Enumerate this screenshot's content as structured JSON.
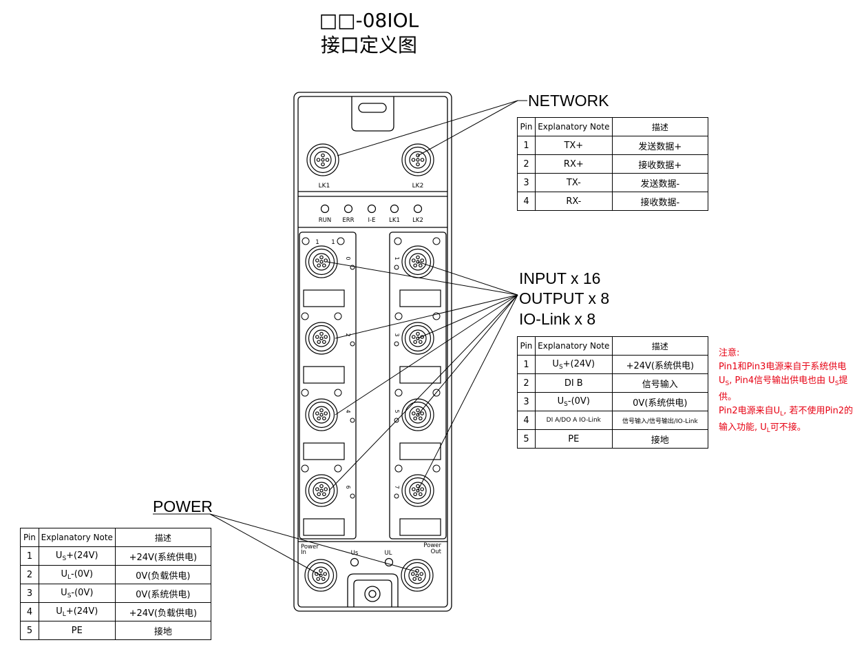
{
  "title": {
    "line1": "□□-08IOL",
    "line2": "接口定义图"
  },
  "device": {
    "port_labels": {
      "lk1": "LK1",
      "lk2": "LK2"
    },
    "leds": [
      "RUN",
      "ERR",
      "I-E",
      "LK1",
      "LK2"
    ],
    "left_channels": [
      "0",
      "2",
      "4",
      "6"
    ],
    "right_channels": [
      "1",
      "3",
      "5",
      "7"
    ],
    "top_markers": [
      "1",
      "1"
    ],
    "power_in": [
      "Power",
      "In"
    ],
    "power_out": [
      "Power",
      "Out"
    ],
    "us_label": "Us",
    "ul_label": "UL"
  },
  "network": {
    "label": "NETWORK",
    "headers": [
      "Pin",
      "Explanatory Note",
      "描述"
    ],
    "rows": [
      [
        "1",
        "TX+",
        "发送数据+"
      ],
      [
        "2",
        "RX+",
        "接收数据+"
      ],
      [
        "3",
        "TX-",
        "发送数据-"
      ],
      [
        "4",
        "RX-",
        "接收数据-"
      ]
    ]
  },
  "io": {
    "label_lines": [
      "INPUT x 16",
      "OUTPUT x 8",
      "IO-Link x 8"
    ],
    "headers": [
      "Pin",
      "Explanatory Note",
      "描述"
    ],
    "rows": [
      {
        "pin": "1",
        "note_main": "U",
        "note_sub": "S",
        "note_tail": "+(24V)",
        "desc": "+24V(系统供电)"
      },
      {
        "pin": "2",
        "note_main": "DI B",
        "note_sub": "",
        "note_tail": "",
        "desc": "信号输入"
      },
      {
        "pin": "3",
        "note_main": "U",
        "note_sub": "S",
        "note_tail": "-(0V)",
        "desc": "0V(系统供电)"
      },
      {
        "pin": "4",
        "note_main": "DI A/DO A IO-Link",
        "note_sub": "",
        "note_tail": "",
        "desc": "信号输入/信号输出/IO-Link"
      },
      {
        "pin": "5",
        "note_main": "PE",
        "note_sub": "",
        "note_tail": "",
        "desc": "接地"
      }
    ]
  },
  "power": {
    "label": "POWER",
    "headers": [
      "Pin",
      "Explanatory Note",
      "描述"
    ],
    "rows": [
      {
        "pin": "1",
        "note_main": "U",
        "note_sub": "S",
        "note_tail": "+(24V)",
        "desc": "+24V(系统供电)"
      },
      {
        "pin": "2",
        "note_main": "U",
        "note_sub": "L",
        "note_tail": "-(0V)",
        "desc": "0V(负载供电)"
      },
      {
        "pin": "3",
        "note_main": "U",
        "note_sub": "S",
        "note_tail": "-(0V)",
        "desc": "0V(系统供电)"
      },
      {
        "pin": "4",
        "note_main": "U",
        "note_sub": "L",
        "note_tail": "+(24V)",
        "desc": "+24V(负载供电)"
      },
      {
        "pin": "5",
        "note_main": "PE",
        "note_sub": "",
        "note_tail": "",
        "desc": "接地"
      }
    ]
  },
  "note": {
    "line1": "注意:",
    "p1a": "Pin1和Pin3电源来自于系统供电 U",
    "p1b": "S",
    "p1c": ", Pin4信号输出供电也由 U",
    "p1d": "S",
    "p1e": "提供。",
    "p2a": "Pin2电源来自U",
    "p2b": "L",
    "p2c": ", 若不使用Pin2的输入功能, U",
    "p2d": "L",
    "p2e": "可不接。"
  },
  "colors": {
    "note": "#e60012",
    "line": "#000000"
  }
}
